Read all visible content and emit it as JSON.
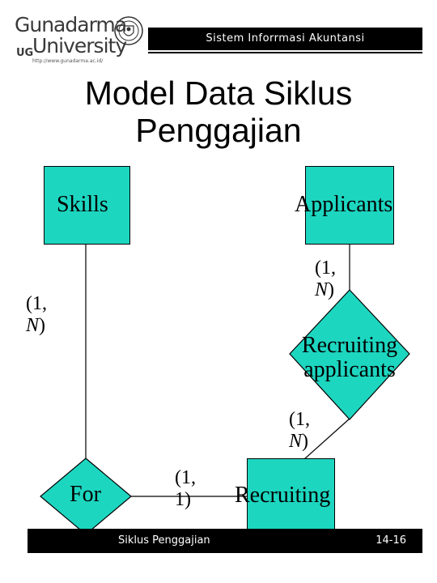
{
  "header": {
    "logo_line1": "Gunadarma",
    "logo_ug": "UG",
    "logo_line2": "University",
    "logo_url": "http://www.gunadarma.ac.id/",
    "course_title": "Sistem Inforrmasi Akuntansi"
  },
  "slide": {
    "title_line1": "Model Data Siklus",
    "title_line2": "Penggajian"
  },
  "diagram": {
    "entities": {
      "skills": "Skills",
      "applicants": "Applicants",
      "recruiting": "Recruiting"
    },
    "relationships": {
      "recruiting_applicants_line1": "Recruiting",
      "recruiting_applicants_line2": "applicants",
      "for": "For"
    },
    "cardinalities": {
      "skills_for": {
        "open": "(1,",
        "value": "N",
        "close": ")"
      },
      "applicants_recruiting_applicants": {
        "open": "(1,",
        "value": "N",
        "close": ")"
      },
      "recruiting_applicants_recruiting": {
        "open": "(1,",
        "value": "N",
        "close": ")"
      },
      "for_recruiting": {
        "line1": "(1,",
        "line2": "1)"
      }
    },
    "colors": {
      "shape_fill": "#1dd6c0"
    }
  },
  "footer": {
    "left": "Siklus Penggajian",
    "right": "14-16"
  }
}
